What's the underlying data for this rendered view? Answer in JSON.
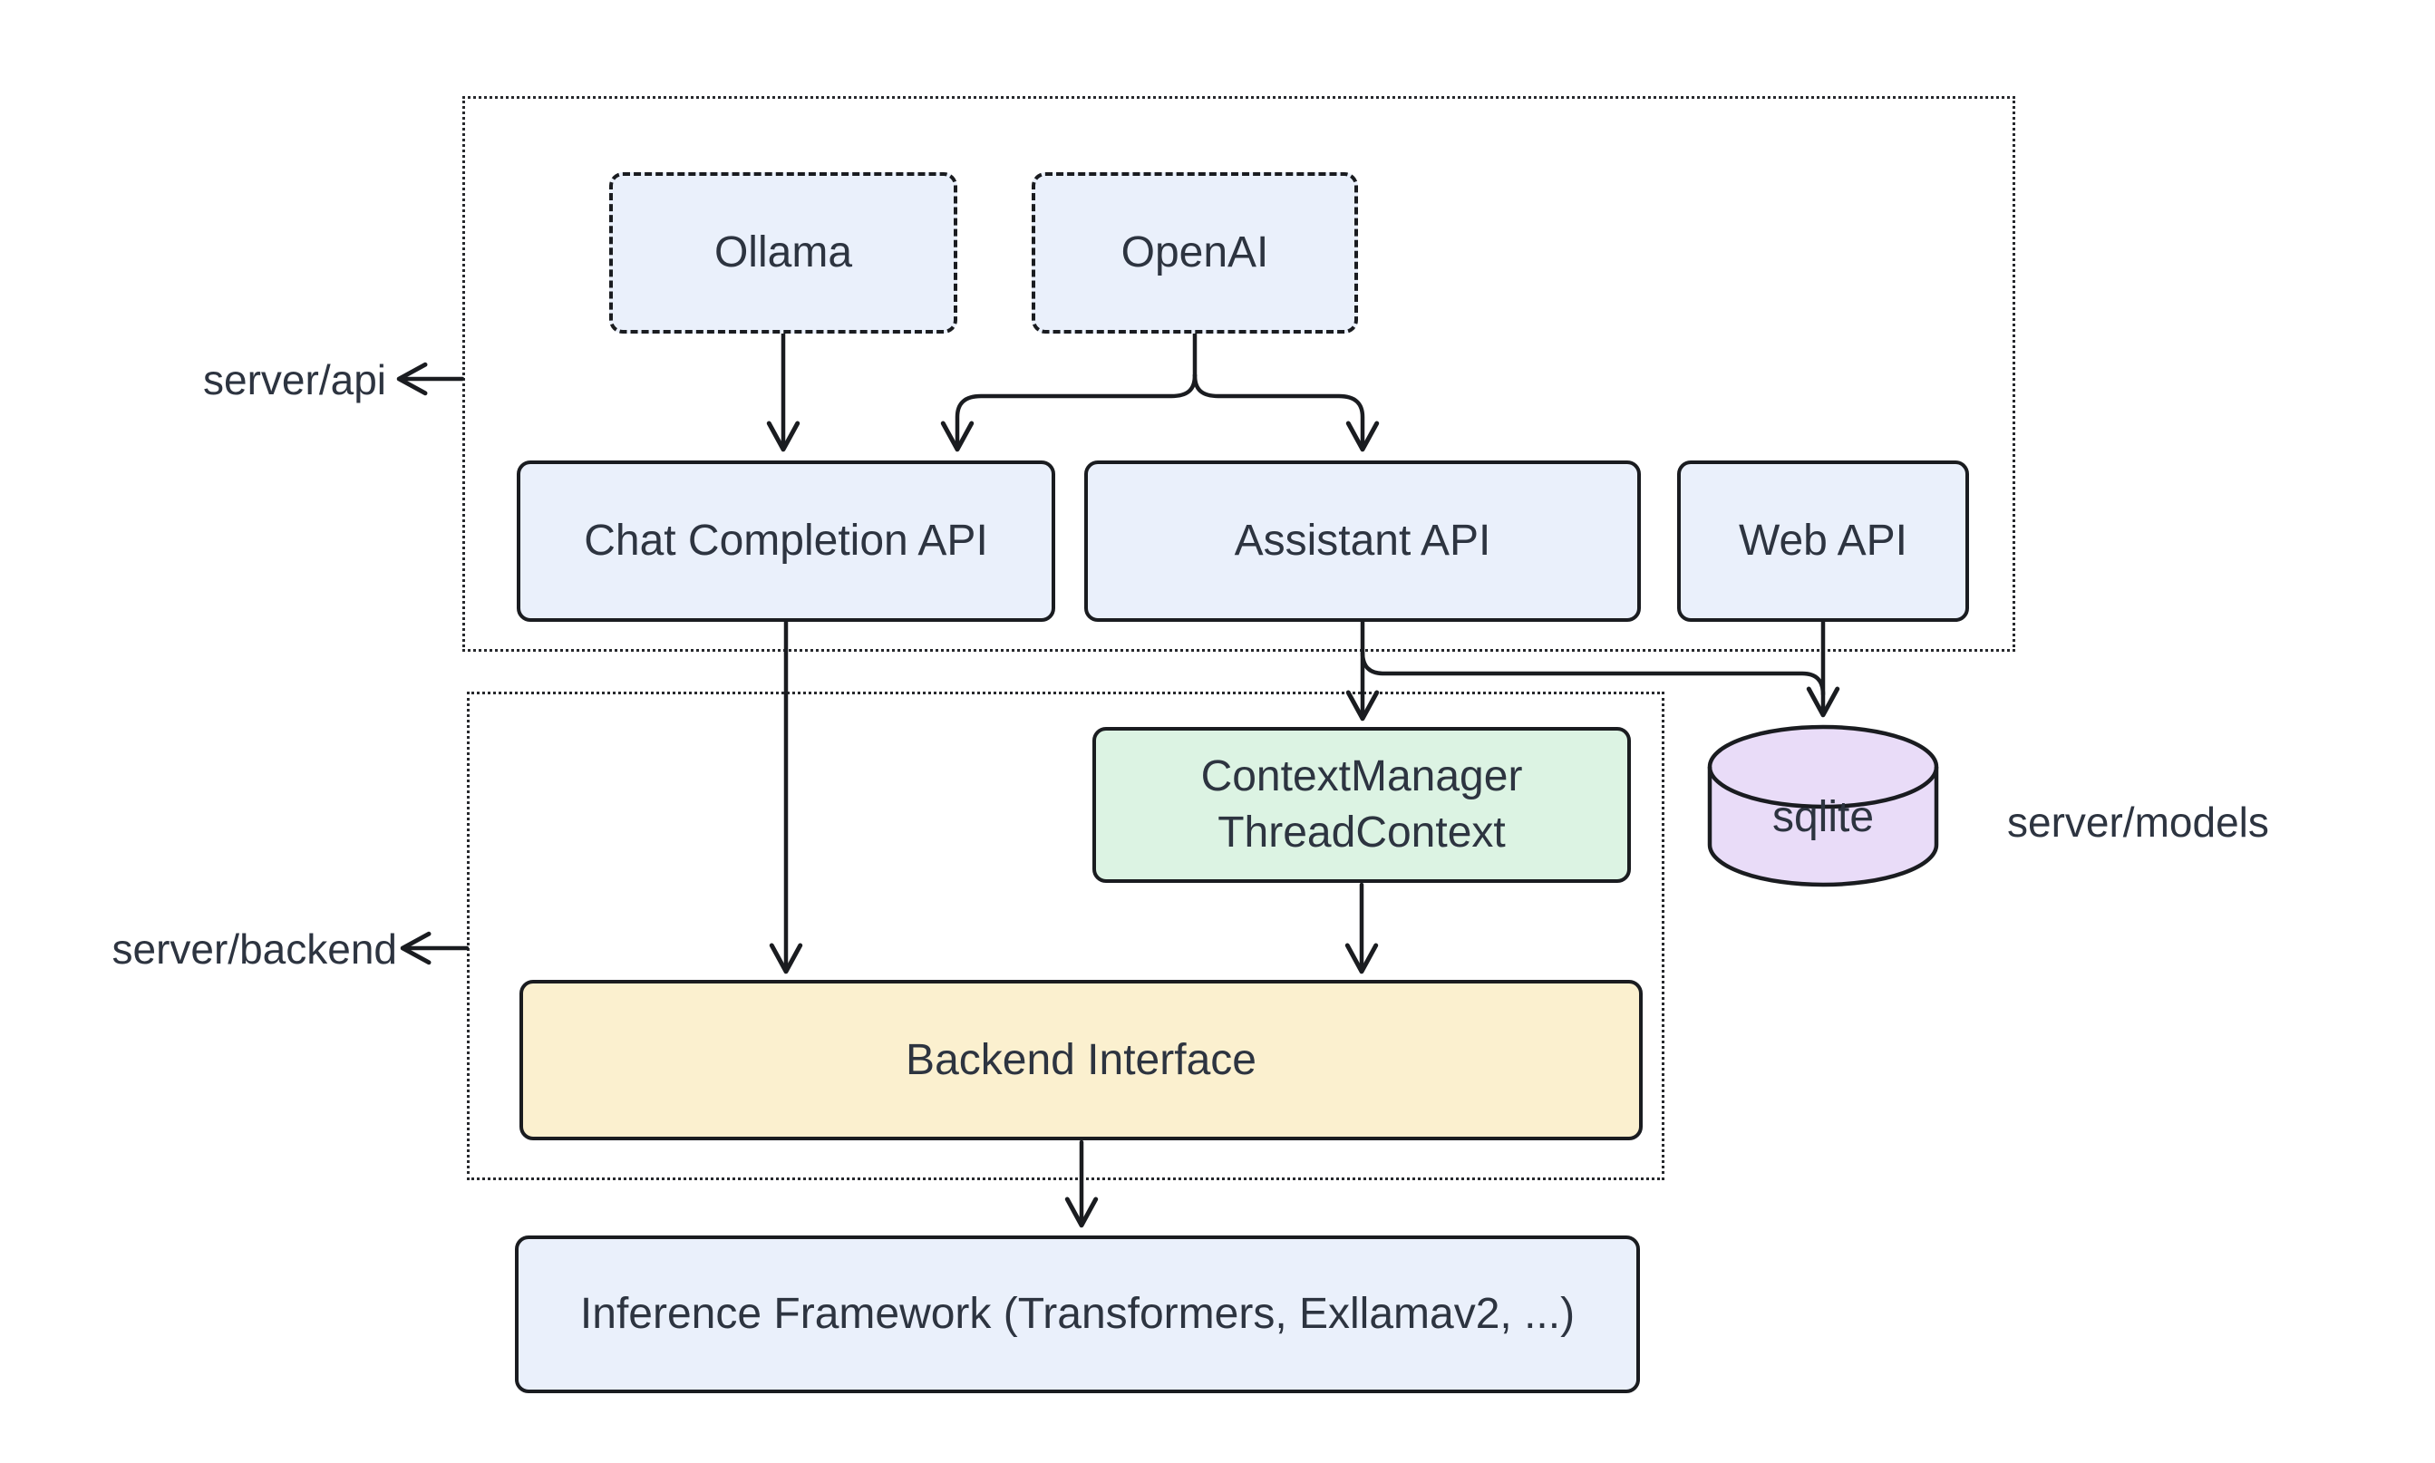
{
  "diagram": {
    "containers": {
      "api": {
        "label": "server/api"
      },
      "backend": {
        "label": "server/backend"
      },
      "models": {
        "label": "server/models"
      }
    },
    "nodes": {
      "ollama": {
        "label": "Ollama"
      },
      "openai": {
        "label": "OpenAI"
      },
      "chat_completion_api": {
        "label": "Chat Completion API"
      },
      "assistant_api": {
        "label": "Assistant API"
      },
      "web_api": {
        "label": "Web API"
      },
      "context_manager": {
        "line1": "ContextManager",
        "line2": "ThreadContext"
      },
      "backend_interface": {
        "label": "Backend Interface"
      },
      "inference_framework": {
        "label": "Inference Framework (Transformers, Exllamav2, ...)"
      },
      "sqlite": {
        "label": "sqlite"
      }
    },
    "edges": [
      {
        "from": "ollama",
        "to": "chat_completion_api"
      },
      {
        "from": "openai",
        "to": "chat_completion_api"
      },
      {
        "from": "openai",
        "to": "assistant_api"
      },
      {
        "from": "chat_completion_api",
        "to": "backend_interface"
      },
      {
        "from": "assistant_api",
        "to": "context_manager"
      },
      {
        "from": "assistant_api",
        "to": "sqlite"
      },
      {
        "from": "web_api",
        "to": "sqlite"
      },
      {
        "from": "context_manager",
        "to": "backend_interface"
      },
      {
        "from": "backend_interface",
        "to": "inference_framework"
      }
    ],
    "colors": {
      "stroke": "#1a1c20",
      "text": "#2d3440",
      "fill_blue": "#eaf0fb",
      "fill_green": "#dcf3e3",
      "fill_yellow": "#fbf0cf",
      "fill_purple": "#e9dcf8",
      "bg": "#ffffff"
    }
  }
}
